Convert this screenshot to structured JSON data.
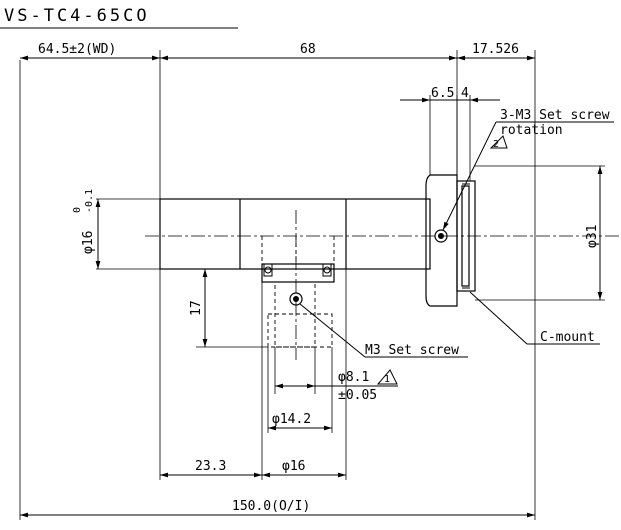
{
  "title": "VS-TC4-65CO",
  "dimensions": {
    "wd": "64.5±2(WD)",
    "length_68": "68",
    "length_17526": "17.526",
    "d_6_5": "6.5",
    "d_4": "4",
    "dia_16_tol": "φ16-0.1",
    "dia_16_tol_top": "0",
    "dia_16_tol_bot": "-0.1",
    "dia_16_main": "φ16",
    "dia_31": "φ31",
    "h_17": "17",
    "dia_8_1": "φ8.1",
    "tol_8_1": "±0.05",
    "dia_14_2": "φ14.2",
    "dia_16_bottom": "φ16",
    "len_23_3": "23.3",
    "overall": "150.0(O/I)"
  },
  "labels": {
    "set_screw_rot": "3-M3 Set screw",
    "rotation": "rotation",
    "note2": "2",
    "m3_set_screw": "M3 Set screw",
    "note1": "1",
    "c_mount": "C-mount"
  }
}
